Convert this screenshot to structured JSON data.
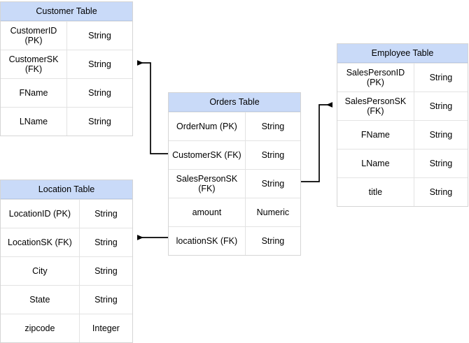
{
  "diagram": {
    "title_hidden": "",
    "background_color": "#ffffff",
    "header_fill": "#c9daf8",
    "grid_color": "#e3e3e3",
    "connector_color": "#000000"
  },
  "tables": [
    {
      "id": "customer",
      "header": "Customer Table",
      "rows": [
        {
          "name": "CustomerID (PK)",
          "type": "String"
        },
        {
          "name": "CustomerSK\n(FK)",
          "type": "String"
        },
        {
          "name": "FName",
          "type": "String"
        },
        {
          "name": "LName",
          "type": "String"
        }
      ]
    },
    {
      "id": "location",
      "header": "Location Table",
      "rows": [
        {
          "name": "LocationID (PK)",
          "type": "String"
        },
        {
          "name": "LocationSK (FK)",
          "type": "String"
        },
        {
          "name": "City",
          "type": "String"
        },
        {
          "name": "State",
          "type": "String"
        },
        {
          "name": "zipcode",
          "type": "Integer"
        }
      ]
    },
    {
      "id": "orders",
      "header": "Orders Table",
      "rows": [
        {
          "name": "OrderNum (PK)",
          "type": "String"
        },
        {
          "name": "CustomerSK (FK)",
          "type": "String"
        },
        {
          "name": "SalesPersonSK\n(FK)",
          "type": "String"
        },
        {
          "name": "amount",
          "type": "Numeric"
        },
        {
          "name": "locationSK (FK)",
          "type": "String"
        }
      ]
    },
    {
      "id": "employee",
      "header": "Employee Table",
      "rows": [
        {
          "name": "SalesPersonID (PK)",
          "type": "String"
        },
        {
          "name": "SalesPersonSK\n(FK)",
          "type": "String"
        },
        {
          "name": "FName",
          "type": "String"
        },
        {
          "name": "LName",
          "type": "String"
        },
        {
          "name": "title",
          "type": "String"
        }
      ]
    }
  ],
  "relationships": [
    {
      "id": "orders-to-customer",
      "from_table": "orders",
      "from_field": "CustomerSK (FK)",
      "to_table": "customer",
      "to_field": "CustomerSK (FK)",
      "arrow": "left"
    },
    {
      "id": "orders-to-employee",
      "from_table": "orders",
      "from_field": "SalesPersonSK (FK)",
      "to_table": "employee",
      "to_field": "SalesPersonSK (FK)",
      "arrow": "right"
    },
    {
      "id": "orders-to-location",
      "from_table": "orders",
      "from_field": "locationSK (FK)",
      "to_table": "location",
      "to_field": "LocationSK (FK)",
      "arrow": "left"
    }
  ]
}
